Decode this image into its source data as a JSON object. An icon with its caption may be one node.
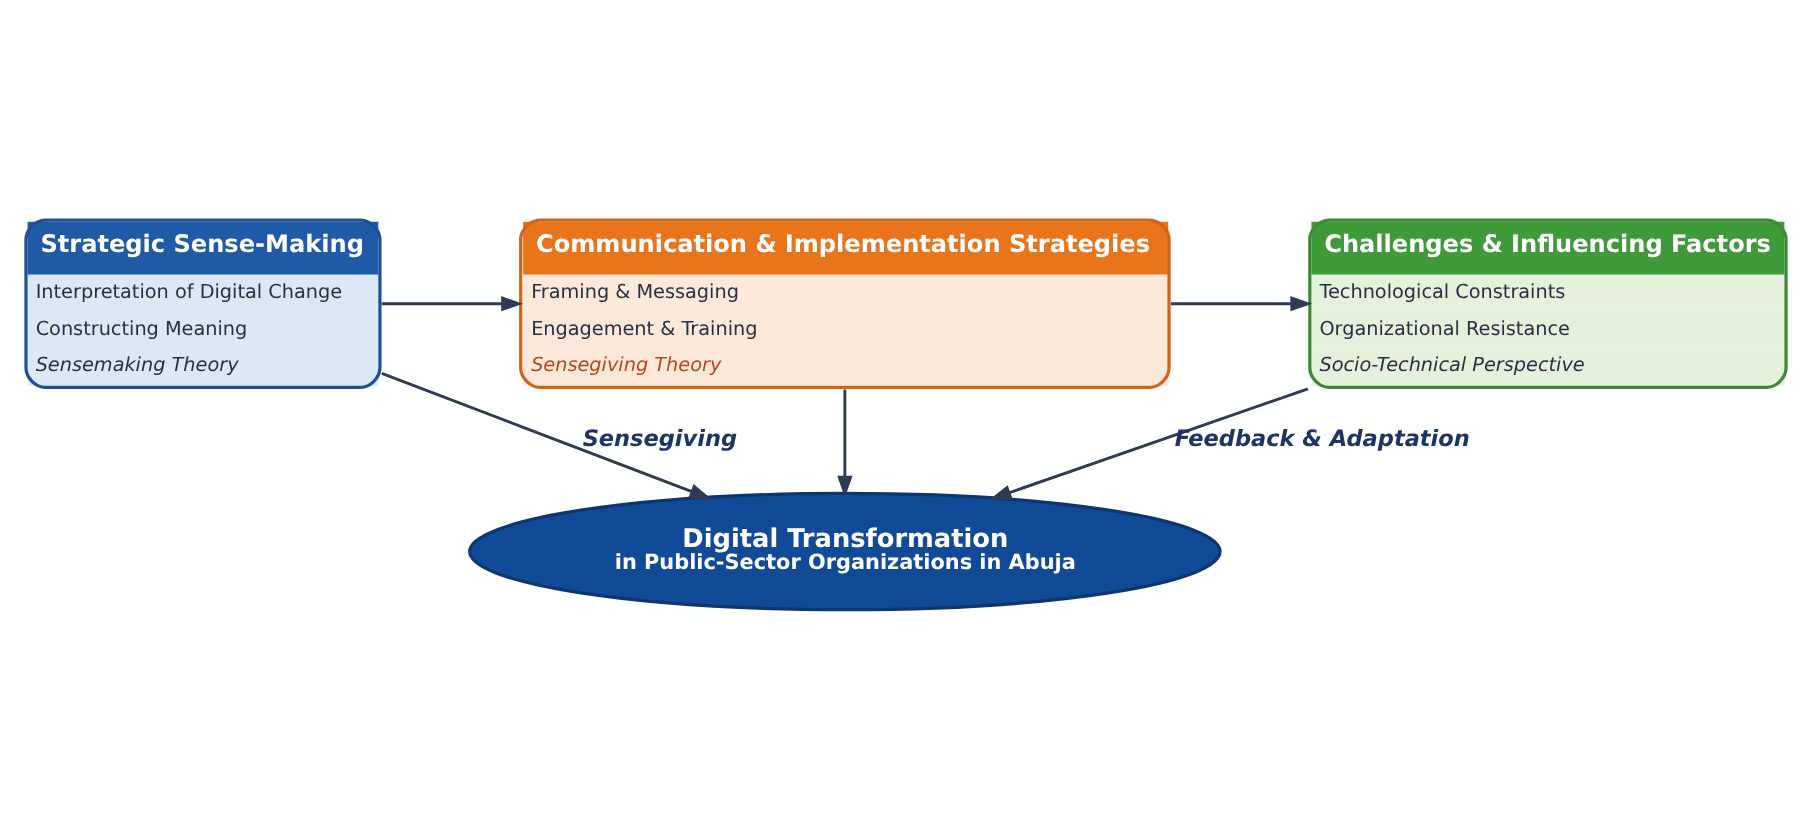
{
  "diagram": {
    "nodes": [
      {
        "text": [
          "Strategic Sense-Making",
          "Interpretation of Digital Change",
          "Constructing Meaning",
          "Sensemaking Theory"
        ]
      },
      {
        "text": [
          "Communication & Implementation Strategies",
          "Framing & Messaging",
          "Engagement & Training",
          "Sensegiving Theory"
        ]
      },
      {
        "text": [
          "Challenges & Influencing Factors",
          "Technological Constraints",
          "Organizational Resistance",
          "Socio-Technical Perspective"
        ]
      },
      {
        "text": [
          "Digital Transformation",
          "in Public-Sector Organizations in Abuja"
        ]
      }
    ],
    "edges": [
      {
        "from": 0,
        "to": 1,
        "arrow": "to"
      },
      {
        "from": 1,
        "to": 2,
        "arrow": "to"
      },
      {
        "from": 1,
        "to": 3,
        "arrow": "to"
      },
      {
        "from": 0,
        "to": 3,
        "arrow": "to",
        "label": "Sensegiving"
      },
      {
        "from": 2,
        "to": 3,
        "arrow": "to",
        "label": "Feedback & Adaptation"
      }
    ]
  }
}
